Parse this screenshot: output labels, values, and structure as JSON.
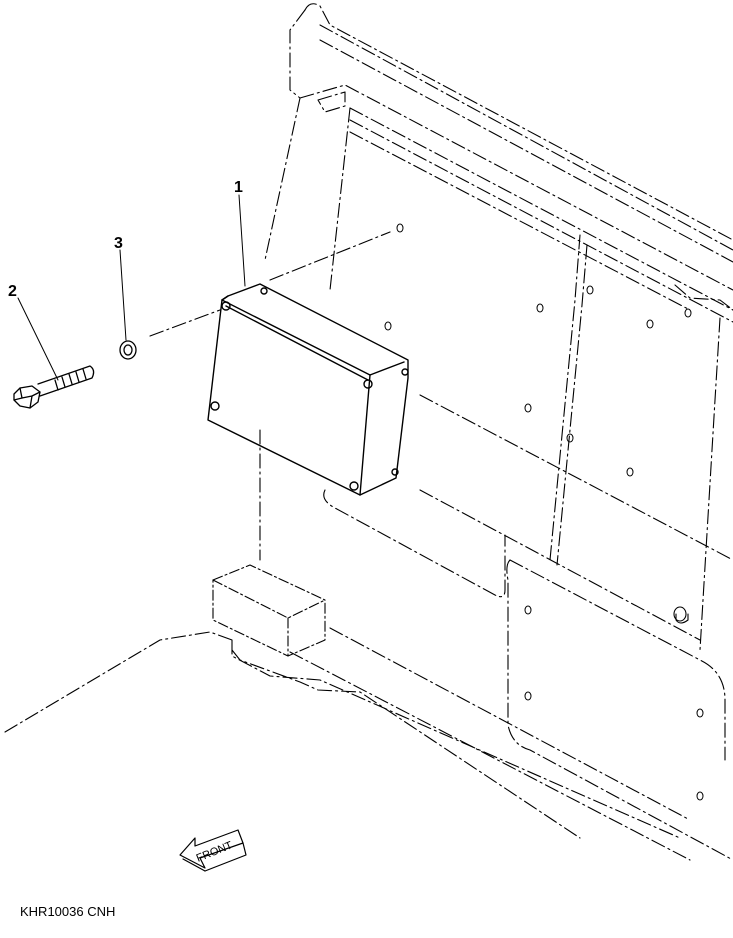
{
  "callouts": {
    "part_1": "1",
    "part_2": "2",
    "part_3": "3"
  },
  "front_label": "FRONT",
  "reference": "KHR10036 CNH",
  "colors": {
    "line": "#000000",
    "background": "#ffffff"
  },
  "icons": {
    "front_arrow": "front-arrow-icon"
  }
}
